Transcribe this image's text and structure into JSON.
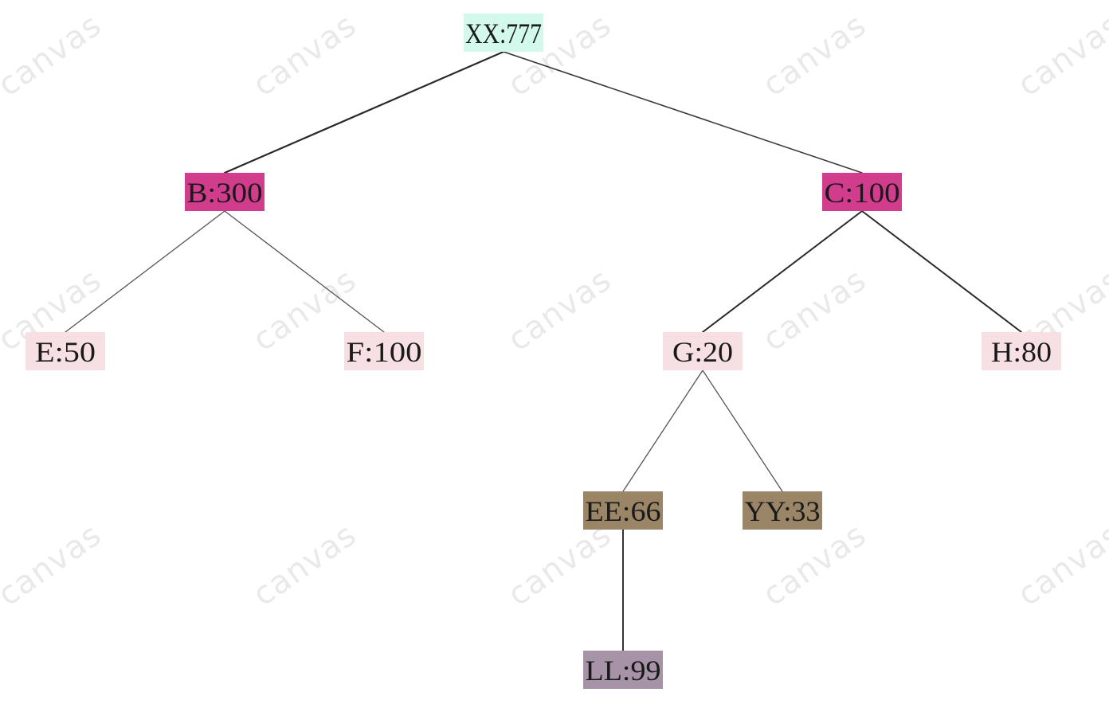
{
  "watermark_text": "canvas",
  "tree": {
    "nodes": [
      {
        "id": "XX",
        "label": "XX:777",
        "color": "#d3f8ec"
      },
      {
        "id": "B",
        "label": "B:300",
        "color": "#d23c8c"
      },
      {
        "id": "C",
        "label": "C:100",
        "color": "#d23c8c"
      },
      {
        "id": "E",
        "label": "E:50",
        "color": "#f6e0e4"
      },
      {
        "id": "F",
        "label": "F:100",
        "color": "#f6e0e4"
      },
      {
        "id": "G",
        "label": "G:20",
        "color": "#f6e0e4"
      },
      {
        "id": "H",
        "label": "H:80",
        "color": "#f6e0e4"
      },
      {
        "id": "EE",
        "label": "EE:66",
        "color": "#9a8566"
      },
      {
        "id": "YY",
        "label": "YY:33",
        "color": "#9a8566"
      },
      {
        "id": "LL",
        "label": "LL:99",
        "color": "#a793a7"
      }
    ],
    "edges": [
      {
        "from": "XX",
        "to": "B"
      },
      {
        "from": "XX",
        "to": "C"
      },
      {
        "from": "B",
        "to": "E"
      },
      {
        "from": "B",
        "to": "F"
      },
      {
        "from": "C",
        "to": "G"
      },
      {
        "from": "C",
        "to": "H"
      },
      {
        "from": "G",
        "to": "EE"
      },
      {
        "from": "G",
        "to": "YY"
      },
      {
        "from": "EE",
        "to": "LL"
      }
    ]
  }
}
